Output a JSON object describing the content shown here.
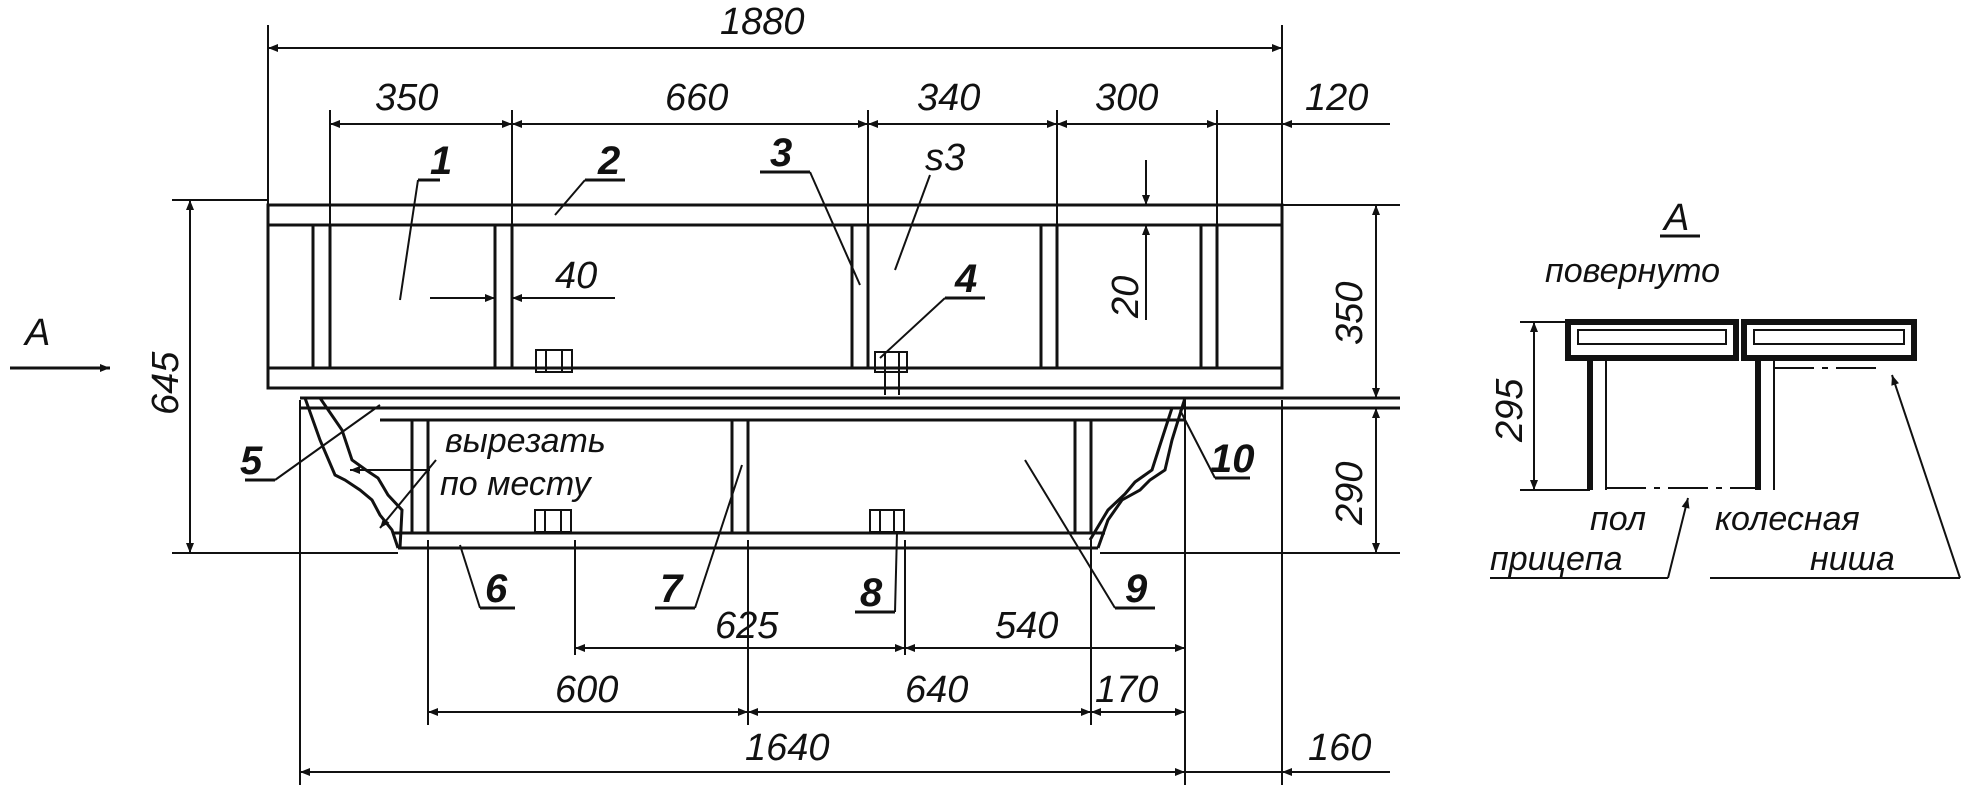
{
  "dimensions": {
    "overall_width": "1880",
    "top_350": "350",
    "top_660": "660",
    "top_340": "340",
    "top_300": "300",
    "top_120": "120",
    "thickness": "s3",
    "gap_40": "40",
    "gap_20": "20",
    "height_645": "645",
    "height_350": "350",
    "height_290": "290",
    "bottom_625": "625",
    "bottom_540": "540",
    "bottom_600": "600",
    "bottom_640": "640",
    "bottom_170": "170",
    "bottom_1640": "1640",
    "bottom_160": "160",
    "section_295": "295"
  },
  "callouts": [
    "1",
    "2",
    "3",
    "4",
    "5",
    "6",
    "7",
    "8",
    "9",
    "10"
  ],
  "labels": {
    "view_arrow": "А",
    "cut_note_line1": "вырезать",
    "cut_note_line2": "по месту",
    "section_title": "А",
    "section_subtitle": "повернуто",
    "trailer_floor_line1": "пол",
    "trailer_floor_line2": "прицепа",
    "wheel_niche_line1": "колесная",
    "wheel_niche_line2": "ниша"
  }
}
